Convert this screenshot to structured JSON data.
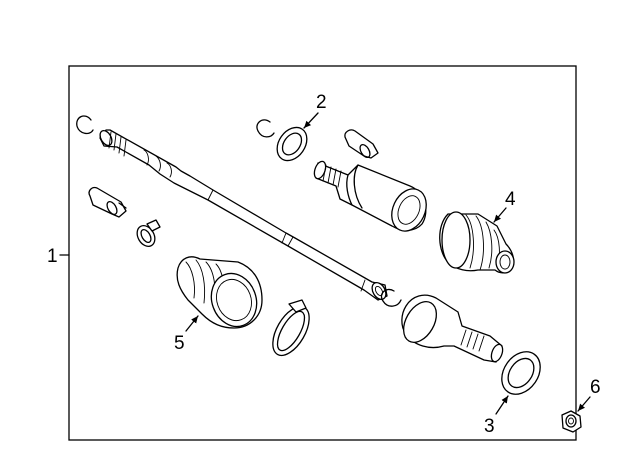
{
  "diagram": {
    "callouts": [
      {
        "id": "1",
        "part": "axle-assembly"
      },
      {
        "id": "2",
        "part": "outer-seal"
      },
      {
        "id": "3",
        "part": "inner-seal"
      },
      {
        "id": "4",
        "part": "outer-boot"
      },
      {
        "id": "5",
        "part": "inner-boot"
      },
      {
        "id": "6",
        "part": "hub-nut"
      }
    ]
  }
}
